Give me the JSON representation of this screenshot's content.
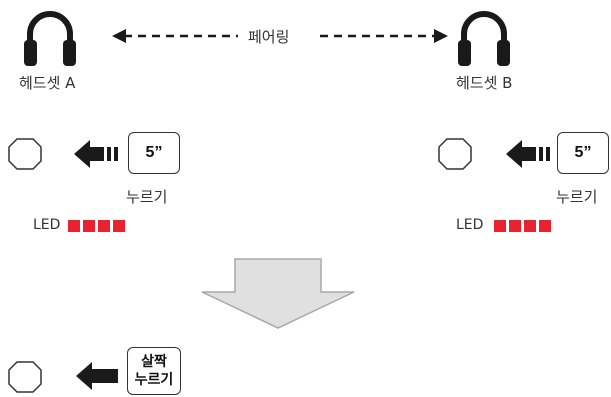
{
  "pairing": {
    "label": "페어링",
    "headset_a": "헤드셋 A",
    "headset_b": "헤드셋 B"
  },
  "step1": {
    "left": {
      "key_label": "5”",
      "press_label": "누르기",
      "led_label": "LED",
      "led_count": 4,
      "led_color": "#e8222f"
    },
    "right": {
      "key_label": "5”",
      "press_label": "누르기",
      "led_label": "LED",
      "led_count": 4,
      "led_color": "#e8222f"
    }
  },
  "step2": {
    "key_line1": "살짝",
    "key_line2": "누르기"
  },
  "icons": [
    "headphones-icon",
    "double-arrow-icon",
    "button-icon",
    "push-arrow-icon",
    "down-arrow-icon"
  ]
}
